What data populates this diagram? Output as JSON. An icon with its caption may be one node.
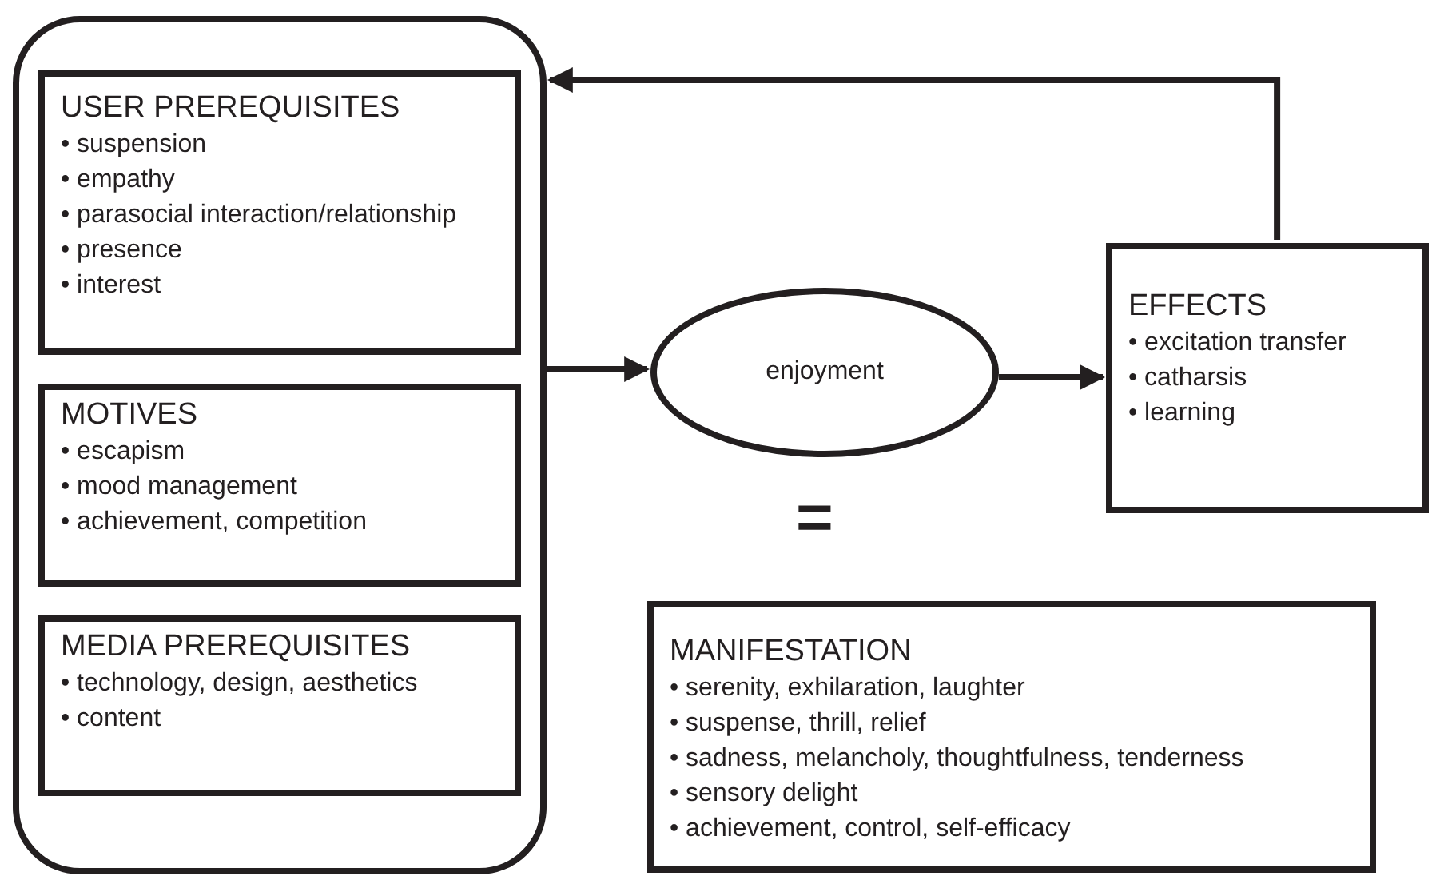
{
  "diagram": {
    "nodes": [
      {
        "text": [],
        "shape": "box"
      },
      {
        "text": [
          "USER PREREQUISITES",
          "• suspension",
          "• empathy",
          "• parasocial interaction/relationship",
          "• presence",
          "• interest"
        ],
        "in": 0
      },
      {
        "text": [
          "MOTIVES",
          "• escapism",
          "• mood management",
          "• achievement, competition"
        ],
        "in": 0
      },
      {
        "text": [
          "MEDIA PREREQUISITES",
          "• technology, design, aesthetics",
          "• content"
        ],
        "in": 0
      },
      {
        "text": [
          "enjoyment"
        ]
      },
      {
        "text": [
          "EFFECTS",
          "• excitation transfer",
          "• catharsis",
          "• learning"
        ]
      },
      {
        "text": [
          "MANIFESTATION",
          "• serenity, exhilaration, laughter",
          "• suspense, thrill, relief",
          "• sadness, melancholy, thoughtfulness, tenderness",
          "• sensory delight",
          "• achievement, control, self-efficacy"
        ]
      }
    ],
    "edges": [
      {
        "from": 0,
        "to": 4,
        "arrow": "to"
      },
      {
        "from": 4,
        "to": 5,
        "arrow": "to"
      },
      {
        "from": 5,
        "to": 0,
        "arrow": "to"
      }
    ],
    "labels": [
      "="
    ]
  }
}
